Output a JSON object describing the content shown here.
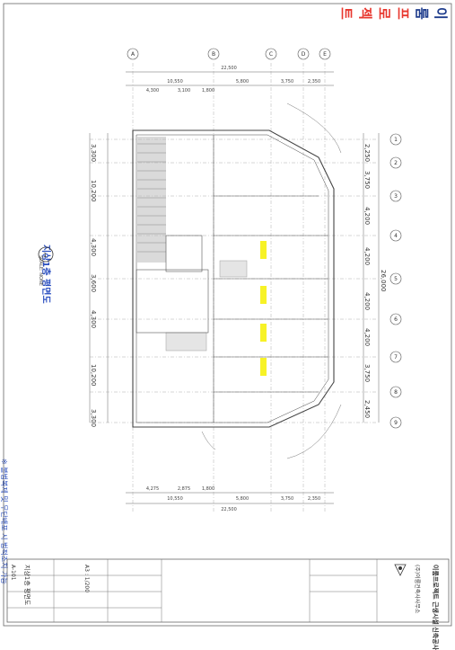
{
  "logo": {
    "text_part1": "이룸",
    "text_part2": "프로젝트"
  },
  "notice": "※ 불법복제 및 무단배포 시 법적조치 가능",
  "plan": {
    "title": "지상1층 평면도",
    "subtitle": "SCALE: NONE",
    "circle_no": "1"
  },
  "grid_cols": [
    "A",
    "B",
    "C",
    "D",
    "E"
  ],
  "grid_rows": [
    "1",
    "2",
    "3",
    "4",
    "5",
    "6",
    "7",
    "8",
    "9"
  ],
  "top_dims": {
    "overall": "22,500",
    "sub": [
      "10,550",
      "5,800",
      "3,750",
      "2,350"
    ],
    "detail": [
      "4,300",
      "3,100",
      "1,800"
    ]
  },
  "bottom_dims": {
    "overall": "22,500",
    "sub": [
      "10,550",
      "5,800",
      "3,750",
      "2,350"
    ],
    "detail": [
      "4,275",
      "2,875",
      "1,800"
    ]
  },
  "left_dims": [
    "3,300",
    "10,200",
    "4,300",
    "3,600",
    "4,300",
    "10,200",
    "3,300"
  ],
  "right_dims": [
    "2,250",
    "3,750",
    "4,200",
    "4,200",
    "4,200",
    "4,200",
    "3,750",
    "2,450"
  ],
  "right_total": "26,000",
  "title_block": {
    "project": "이룸프로젝트 근생시설 신축공사",
    "company": "(주)이룸건축사사무소",
    "drawing": "지상1층 평면도",
    "scale": "A3 : 1/200",
    "sheet": "A-101"
  },
  "colors": {
    "line": "#555555",
    "hatch": "#9a9a9a",
    "highlight": "#f6f000",
    "accent": "#2b4fc0",
    "logo_red": "#e8372e"
  }
}
